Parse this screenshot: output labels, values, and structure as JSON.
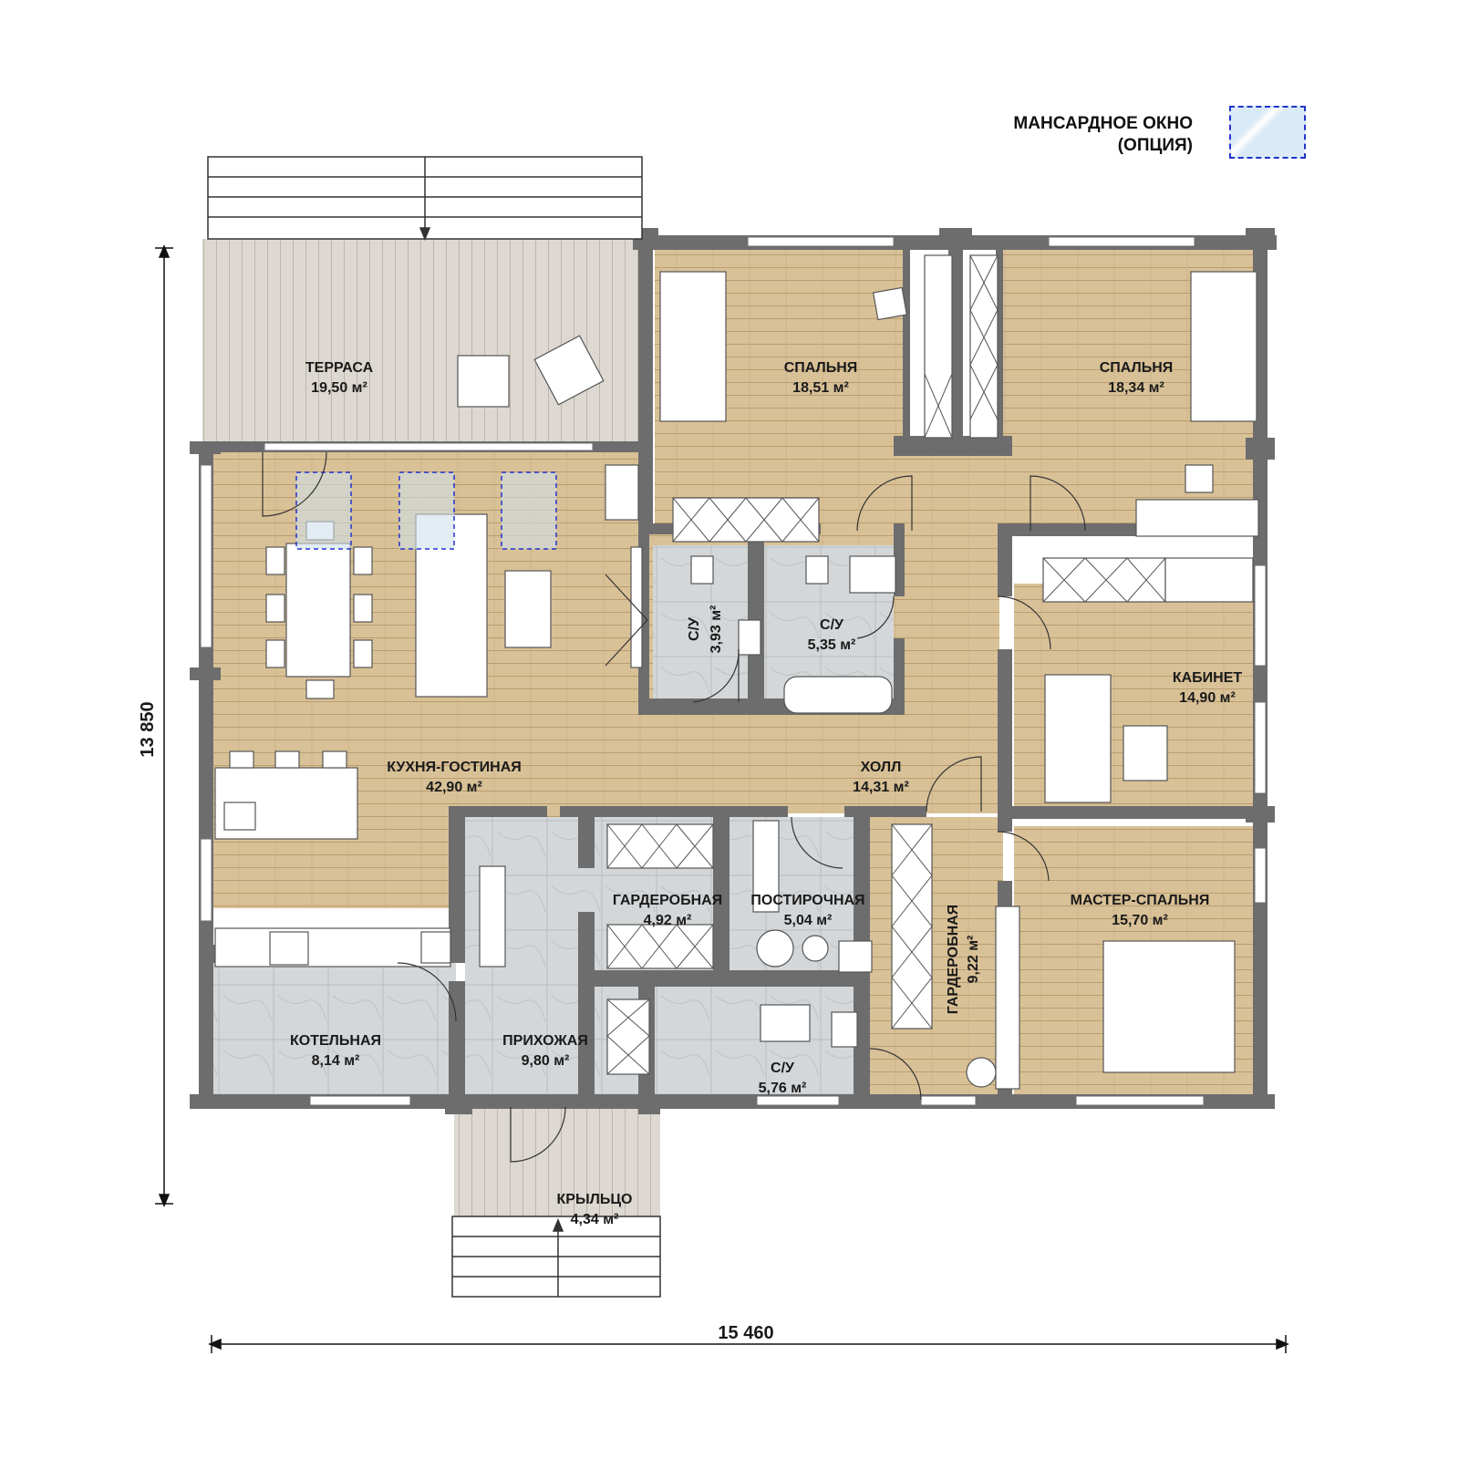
{
  "legend": {
    "line1": "МАНСАРДНОЕ ОКНО",
    "line2": "(ОПЦИЯ)",
    "accent_color": "#2233cc"
  },
  "dimensions": {
    "width": "15 460",
    "height": "13 850"
  },
  "rooms": [
    {
      "id": "terrace",
      "name": "ТЕРРАСА",
      "area": "19,50 м²"
    },
    {
      "id": "bedroom1",
      "name": "СПАЛЬНЯ",
      "area": "18,51 м²"
    },
    {
      "id": "bedroom2",
      "name": "СПАЛЬНЯ",
      "area": "18,34 м²"
    },
    {
      "id": "bath1",
      "name": "С/У",
      "area": "3,93 м²"
    },
    {
      "id": "bath2",
      "name": "С/У",
      "area": "5,35 м²"
    },
    {
      "id": "office",
      "name": "КАБИНЕТ",
      "area": "14,90 м²"
    },
    {
      "id": "kitchen",
      "name": "КУХНЯ-ГОСТИНАЯ",
      "area": "42,90 м²"
    },
    {
      "id": "hall",
      "name": "ХОЛЛ",
      "area": "14,31 м²"
    },
    {
      "id": "wardrobe1",
      "name": "ГАРДЕРОБНАЯ",
      "area": "4,92 м²"
    },
    {
      "id": "laundry",
      "name": "ПОСТИРОЧНАЯ",
      "area": "5,04 м²"
    },
    {
      "id": "wardrobe2",
      "name": "ГАРДЕРОБНАЯ",
      "area": "9,22 м²"
    },
    {
      "id": "master",
      "name": "МАСТЕР-СПАЛЬНЯ",
      "area": "15,70 м²"
    },
    {
      "id": "boiler",
      "name": "КОТЕЛЬНАЯ",
      "area": "8,14 м²"
    },
    {
      "id": "entry",
      "name": "ПРИХОЖАЯ",
      "area": "9,80 м²"
    },
    {
      "id": "bath3",
      "name": "С/У",
      "area": "5,76 м²"
    },
    {
      "id": "porch",
      "name": "КРЫЛЬЦО",
      "area": "4,34 м²"
    }
  ],
  "colors": {
    "wall": "#6b6b6b",
    "wood_floor": "#d7bd93",
    "deck": "#d9d4cd",
    "tile": "#d3d6d8"
  }
}
